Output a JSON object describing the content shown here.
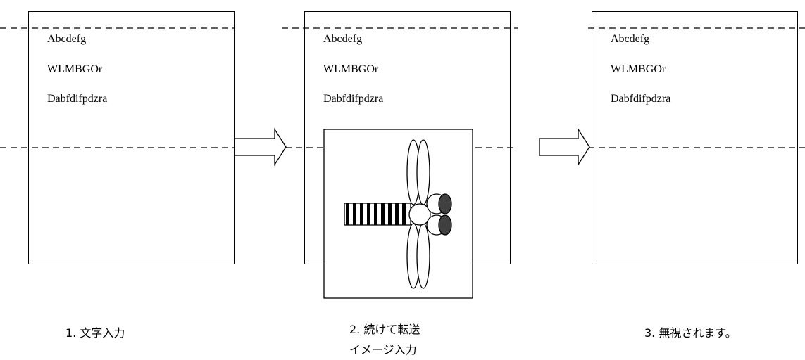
{
  "panels": [
    {
      "lines": [
        "Abcdefg",
        "WLMBGOr",
        "Dabfdifpdzra"
      ]
    },
    {
      "lines": [
        "Abcdefg",
        "WLMBGOr",
        "Dabfdifpdzra"
      ]
    },
    {
      "lines": [
        "Abcdefg",
        "WLMBGOr",
        "Dabfdifpdzra"
      ]
    }
  ],
  "captions": {
    "step1": "1. 文字入力",
    "step2_line1": "2. 続けて転送",
    "step2_line2": "イメージ入力",
    "step3": "3. 無視されます。"
  },
  "colors": {
    "stroke": "#000000",
    "fill": "#ffffff",
    "dark_fill": "#404040"
  },
  "icons": [
    "right-arrow-icon",
    "dragonfly-image-icon"
  ]
}
